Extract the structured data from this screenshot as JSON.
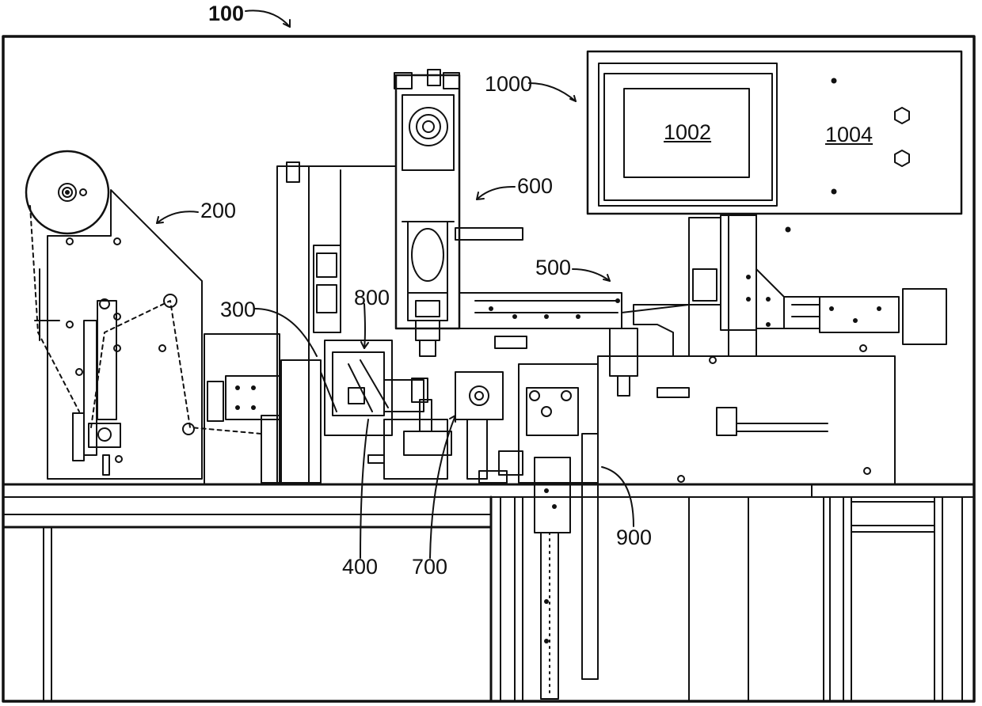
{
  "figure": {
    "labels": {
      "machine": "100",
      "feeder": "200",
      "station_300": "300",
      "station_400": "400",
      "station_500": "500",
      "station_600": "600",
      "station_700": "700",
      "station_800": "800",
      "station_900": "900",
      "control_panel": "1000",
      "display_screen": "1002",
      "button_panel": "1004"
    }
  }
}
